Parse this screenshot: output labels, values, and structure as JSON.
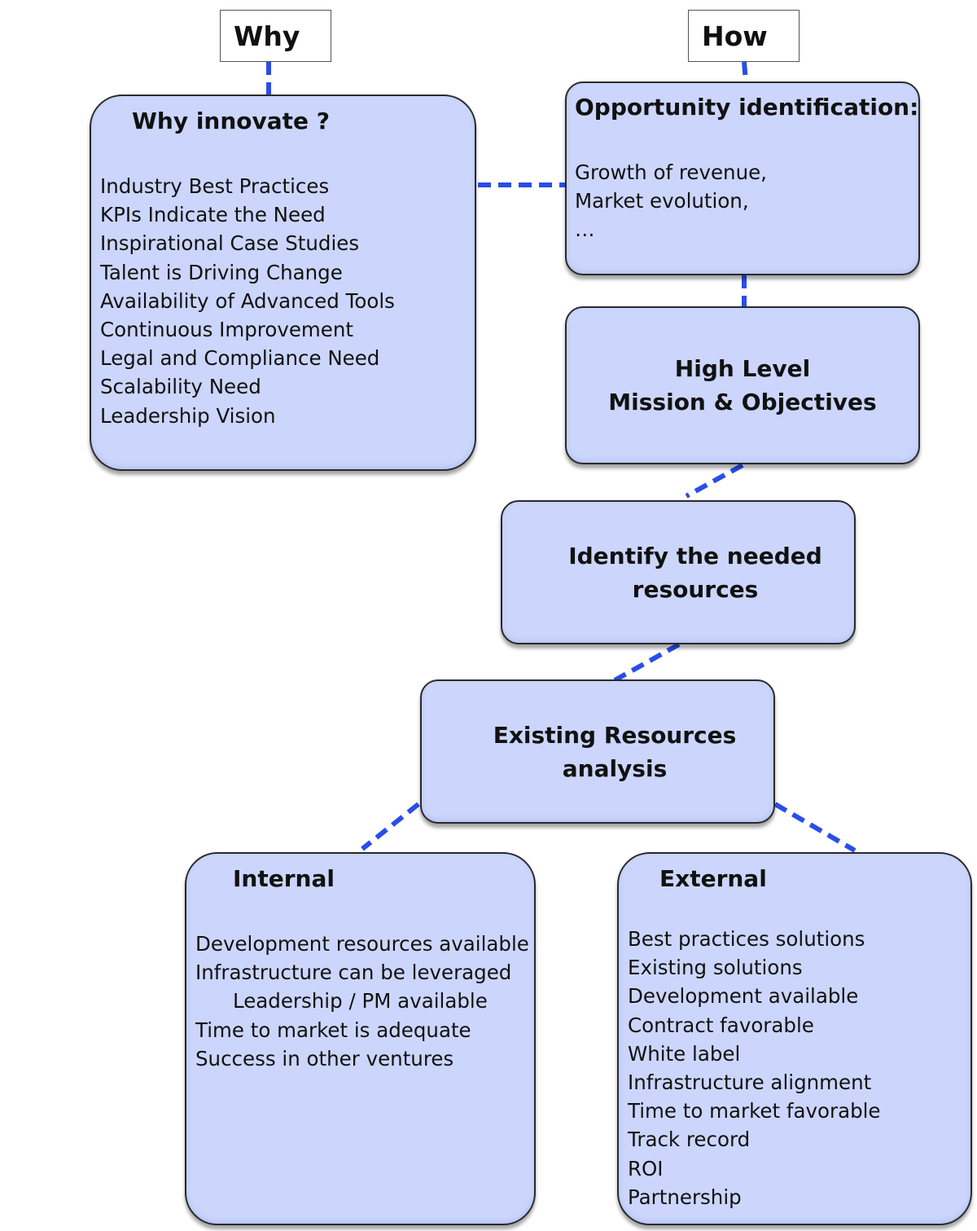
{
  "header_labels": {
    "why": "Why",
    "how": "How"
  },
  "why_innovate": {
    "title": "Why innovate ?",
    "items": [
      "Industry Best Practices",
      "KPIs Indicate the Need",
      "Inspirational Case Studies",
      "Talent is Driving Change",
      "Availability of Advanced Tools",
      "Continuous Improvement",
      "Legal and Compliance Need",
      "Scalability Need",
      "Leadership Vision"
    ]
  },
  "opportunity": {
    "title": "Opportunity identification:",
    "items": [
      "Growth of revenue,",
      "Market evolution,",
      "…"
    ]
  },
  "mission": {
    "line1": "High Level",
    "line2": "Mission & Objectives"
  },
  "resources": {
    "line1": "Identify the needed",
    "line2": "resources"
  },
  "existing": {
    "line1": "Existing Resources",
    "line2": "analysis"
  },
  "internal": {
    "title": "Internal",
    "items": [
      "Development resources available",
      "Infrastructure can be leveraged",
      "Leadership / PM available",
      "Time to market is adequate",
      "Success in other ventures"
    ]
  },
  "external": {
    "title": "External",
    "items": [
      "Best practices solutions",
      "Existing solutions",
      "Development available",
      "Contract favorable",
      "White label",
      "Infrastructure alignment",
      "Time to market favorable",
      "Track record",
      "ROI",
      "Partnership"
    ]
  },
  "colors": {
    "node_fill": "#ccd6fc",
    "connector": "#2b4de8"
  }
}
